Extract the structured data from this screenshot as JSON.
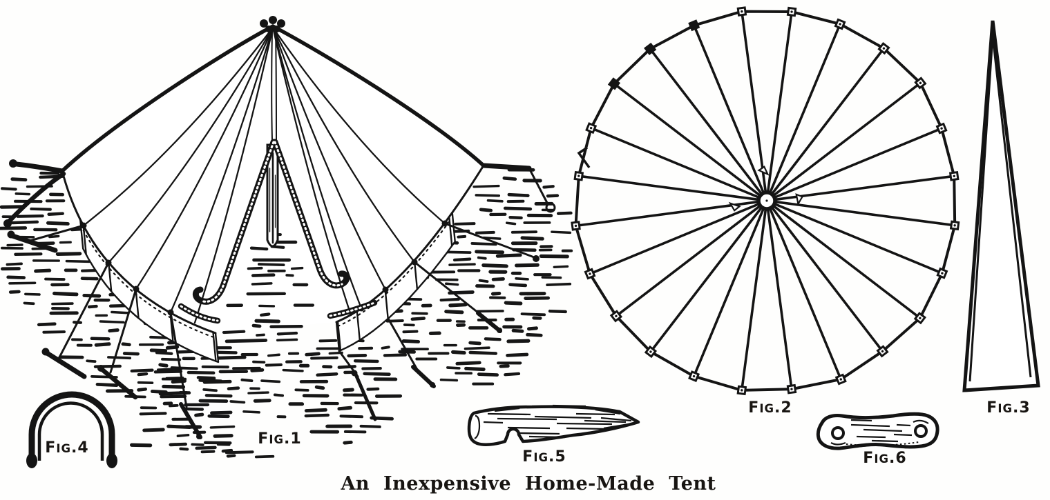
{
  "caption": "An Inexpensive Home-Made Tent",
  "figures": {
    "fig1": {
      "label": "Fig.1",
      "subject": "conical home-made tent pitched with guy ropes, door flaps rolled open"
    },
    "fig2": {
      "label": "Fig.2",
      "subject": "top plan of tent canvas with radial seams and edge loops"
    },
    "fig3": {
      "label": "Fig.3",
      "subject": "pattern of one tapered gore panel"
    },
    "fig4": {
      "label": "Fig.4",
      "subject": "wire staple / peg hook"
    },
    "fig5": {
      "label": "Fig.5",
      "subject": "wooden tent stake with notch"
    },
    "fig6": {
      "label": "Fig.6",
      "subject": "wooden guy-rope toggle with two holes"
    }
  },
  "plan": {
    "spokes": 24,
    "edge_loops": 24
  }
}
